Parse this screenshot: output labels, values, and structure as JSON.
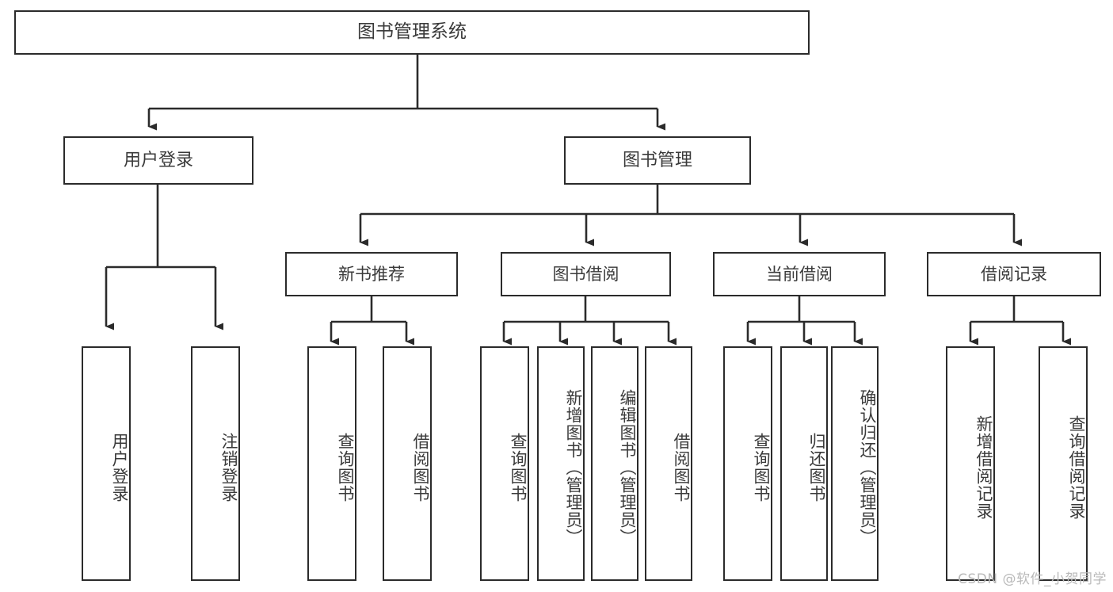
{
  "diagram": {
    "title": "图书管理系统",
    "type": "tree-hierarchy-chart",
    "watermark": "CSDN @软件_小贺同学",
    "colors": {
      "box_border": "#2b2b2b",
      "box_fill": "#ffffff",
      "text": "#3a3a3a",
      "edge": "#2b2b2b",
      "watermark": "#b9b9b9",
      "background": "#ffffff"
    },
    "root": {
      "label": "图书管理系统"
    },
    "level1": [
      {
        "label": "用户登录"
      },
      {
        "label": "图书管理"
      }
    ],
    "level2": [
      {
        "label": "新书推荐"
      },
      {
        "label": "图书借阅"
      },
      {
        "label": "当前借阅"
      },
      {
        "label": "借阅记录"
      }
    ],
    "leaves": {
      "user_login": [
        {
          "label": "用户登录"
        },
        {
          "label": "注销登录"
        }
      ],
      "new_book_recommend": [
        {
          "label": "查询图书"
        },
        {
          "label": "借阅图书"
        }
      ],
      "book_borrow": [
        {
          "label": "查询图书"
        },
        {
          "label": "新增图书（管理员）"
        },
        {
          "label": "编辑图书（管理员）"
        },
        {
          "label": "借阅图书"
        }
      ],
      "current_borrow": [
        {
          "label": "查询图书"
        },
        {
          "label": "归还图书"
        },
        {
          "label": "确认归还（管理员）"
        }
      ],
      "borrow_record": [
        {
          "label": "新增借阅记录"
        },
        {
          "label": "查询借阅记录"
        }
      ]
    }
  }
}
